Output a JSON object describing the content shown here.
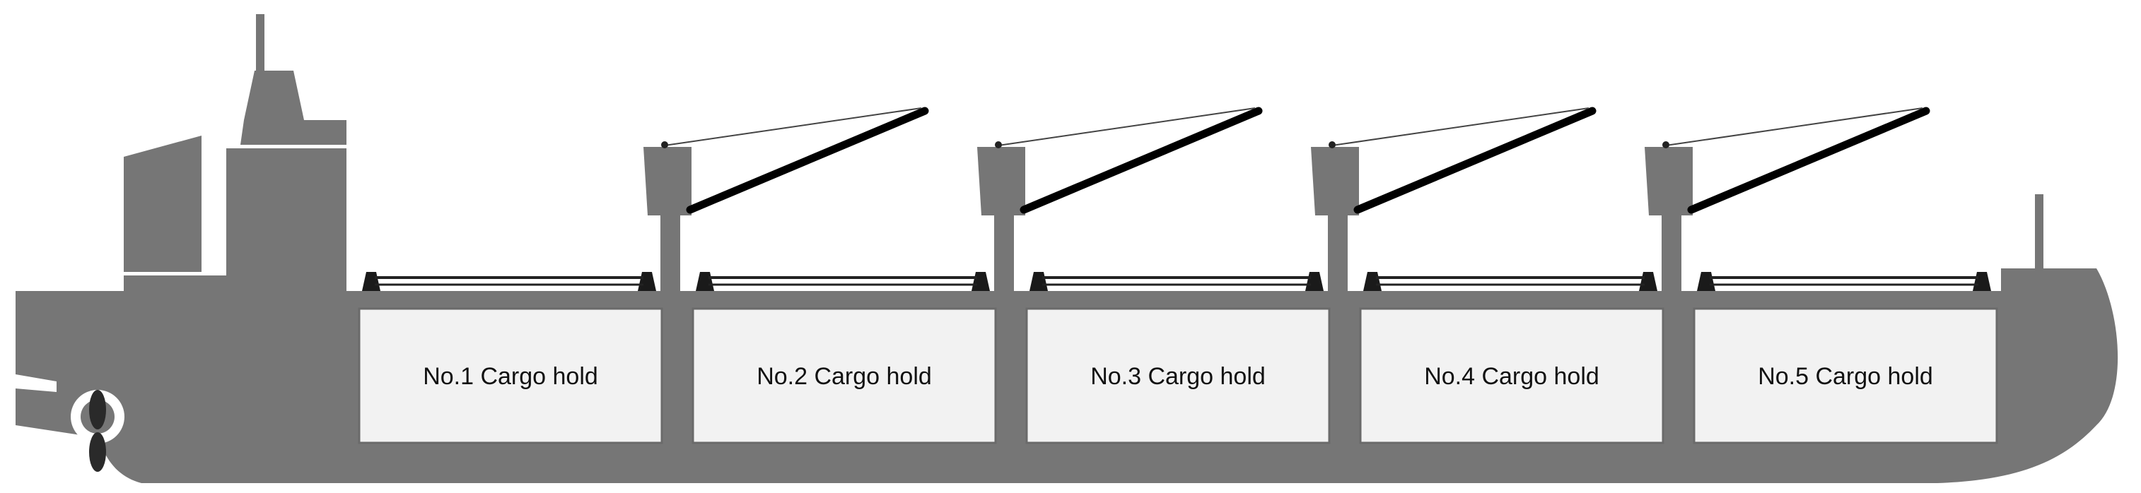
{
  "colors": {
    "hull": "#767676",
    "hold_fill": "#f2f2f2",
    "hold_stroke": "#6a6a6a",
    "boom": "#000000",
    "white": "#ffffff"
  },
  "holds": [
    {
      "label": "No.1 Cargo hold"
    },
    {
      "label": "No.2 Cargo hold"
    },
    {
      "label": "No.3 Cargo hold"
    },
    {
      "label": "No.4 Cargo hold"
    },
    {
      "label": "No.5 Cargo hold"
    }
  ],
  "cranes": [
    {
      "id": "crane-1"
    },
    {
      "id": "crane-2"
    },
    {
      "id": "crane-3"
    },
    {
      "id": "crane-4"
    }
  ]
}
